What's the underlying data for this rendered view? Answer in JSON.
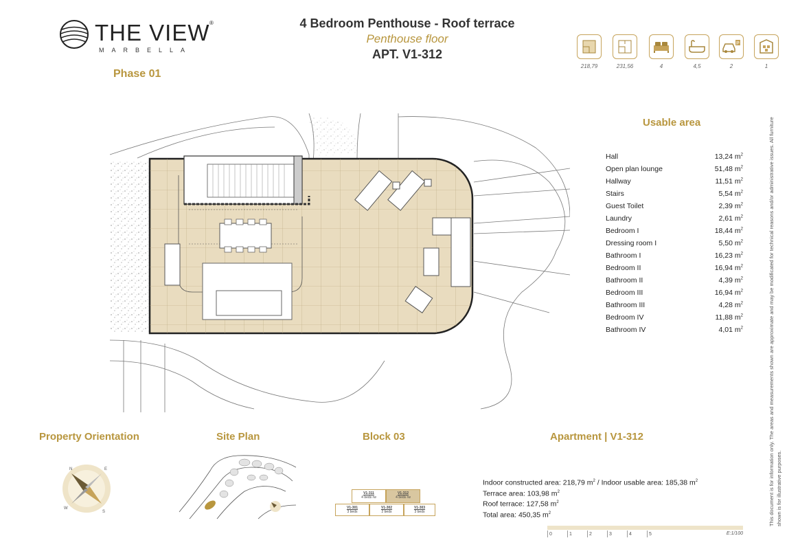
{
  "brand": {
    "name": "THE VIEW",
    "reg": "®",
    "city": "MARBELLA"
  },
  "phase": "Phase 01",
  "header": {
    "title": "4 Bedroom Penthouse - Roof terrace",
    "subtitle": "Penthouse floor",
    "apartment": "APT. V1-312"
  },
  "stats": [
    {
      "icon": "indoor-area-icon",
      "value": "218,79"
    },
    {
      "icon": "total-area-icon",
      "value": "231,56"
    },
    {
      "icon": "bed-icon",
      "value": "4"
    },
    {
      "icon": "bathtub-icon",
      "value": "4,5"
    },
    {
      "icon": "parking-icon",
      "value": "2"
    },
    {
      "icon": "storage-icon",
      "value": "1"
    }
  ],
  "usable_area": {
    "heading": "Usable area",
    "rooms": [
      {
        "name": "Hall",
        "area": "13,24 m"
      },
      {
        "name": "Open plan lounge",
        "area": "51,48 m"
      },
      {
        "name": "Hallway",
        "area": "11,51 m"
      },
      {
        "name": "Stairs",
        "area": "5,54 m"
      },
      {
        "name": "Guest Toilet",
        "area": "2,39 m"
      },
      {
        "name": "Laundry",
        "area": "2,61 m"
      },
      {
        "name": "Bedroom I",
        "area": "18,44 m"
      },
      {
        "name": "Dressing room I",
        "area": "5,50 m"
      },
      {
        "name": "Bathroom I",
        "area": "16,23 m"
      },
      {
        "name": "Bedroom II",
        "area": "16,94 m"
      },
      {
        "name": "Bathroom II",
        "area": "4,39 m"
      },
      {
        "name": "Bedroom III",
        "area": "16,94 m"
      },
      {
        "name": "Bathroom III",
        "area": "4,28 m"
      },
      {
        "name": "Bedroom IV",
        "area": "11,88 m"
      },
      {
        "name": "Bathroom IV",
        "area": "4,01 m"
      }
    ],
    "unit_sup": "2"
  },
  "disclaimer": "This document is for information only. The areas and measurements shown are approximate and may be modificated for technical reasons and/or administrative issues. All furniture shown is for illustrative purposes.",
  "sections": {
    "orientation": "Property Orientation",
    "site_plan": "Site Plan",
    "block": "Block 03",
    "apartment": "Apartment | V1-312"
  },
  "compass_letters": {
    "n": "N",
    "e": "E",
    "s": "S",
    "w": "W"
  },
  "block_units": [
    {
      "id": "V1-311",
      "beds": "4 beds rw",
      "highlight": false
    },
    {
      "id": "V1-312",
      "beds": "4 beds rw",
      "highlight": true
    },
    {
      "id": "V1-301",
      "beds": "3 beds",
      "highlight": false
    },
    {
      "id": "V1-302",
      "beds": "2 beds",
      "highlight": false
    },
    {
      "id": "V1-303",
      "beds": "3 beds",
      "highlight": false
    }
  ],
  "apartment_areas": {
    "line1a": "Indoor constructed area: 218,79  m",
    "line1b": " / Indoor usable area: 185,38 m",
    "line2": "Terrace area: 103,98  m",
    "line3": "Roof terrace: 127,58  m",
    "line4": "Total area: 450,35 m",
    "sup": "2"
  },
  "scale": {
    "ticks": [
      "0",
      "1",
      "2",
      "3",
      "4",
      "5"
    ],
    "label": "E:1/100"
  },
  "colors": {
    "gold": "#b8963e",
    "terrace_fill": "#e9dcbf",
    "highlight_unit": "#d9c7a0"
  }
}
